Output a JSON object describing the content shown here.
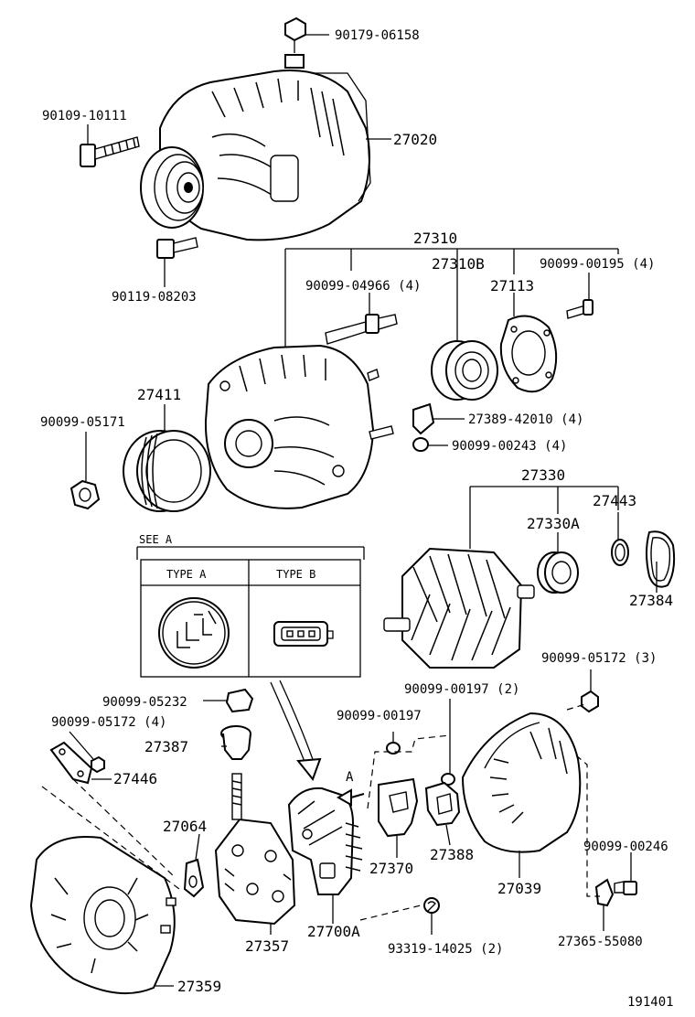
{
  "labels": {
    "p90179_06158": "90179-06158",
    "p90109_10111": "90109-10111",
    "p27020": "27020",
    "p27310": "27310",
    "p90099_04966": "90099-04966 (4)",
    "p27310B": "27310B",
    "p90099_00195": "90099-00195 (4)",
    "p27113": "27113",
    "p90119_08203": "90119-08203",
    "p27411": "27411",
    "p90099_05171": "90099-05171",
    "p27389_42010": "27389-42010 (4)",
    "p90099_00243": "90099-00243 (4)",
    "p27330": "27330",
    "p27443": "27443",
    "p27330A": "27330A",
    "p27384": "27384",
    "see_a": "SEE  A",
    "type_a": "TYPE  A",
    "type_b": "TYPE  B",
    "p90099_05172_3": "90099-05172 (3)",
    "p90099_00197_2": "90099-00197 (2)",
    "p90099_05232": "90099-05232",
    "p90099_05172_4": "90099-05172 (4)",
    "p90099_00197": "90099-00197",
    "p27387": "27387",
    "p27446": "27446",
    "arrow_a": "A",
    "p27064": "27064",
    "p27370": "27370",
    "p27388": "27388",
    "p27039": "27039",
    "p90099_00246": "90099-00246",
    "p27700A": "27700A",
    "p93319_14025": "93319-14025 (2)",
    "p27365_55080": "27365-55080",
    "p27357": "27357",
    "p27359": "27359",
    "figure_no": "191401"
  }
}
